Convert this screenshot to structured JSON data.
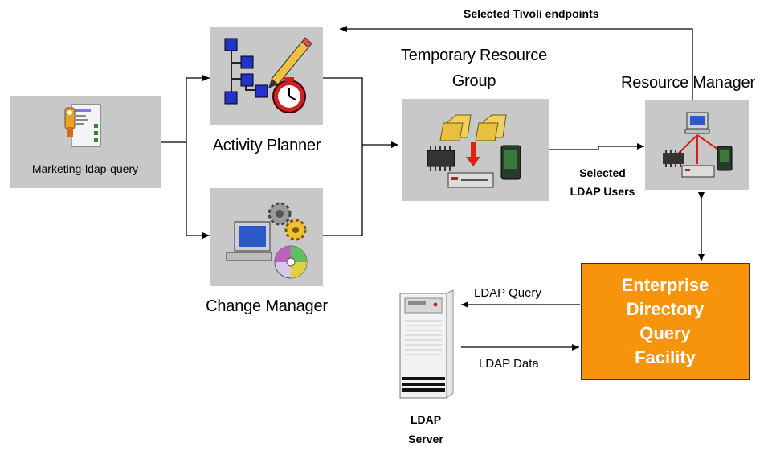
{
  "nodes": {
    "marketing_query": {
      "label": "Marketing-ldap-query"
    },
    "activity_planner": {
      "label": "Activity Planner"
    },
    "change_manager": {
      "label": "Change Manager"
    },
    "temporary_resource_group": {
      "label_line1": "Temporary Resource",
      "label_line2": "Group"
    },
    "resource_manager": {
      "label": "Resource Manager"
    },
    "edqf": {
      "line1": "Enterprise",
      "line2": "Directory",
      "line3": "Query",
      "line4": "Facility"
    },
    "ldap_server": {
      "line1": "LDAP",
      "line2": "Server"
    }
  },
  "edges": {
    "selected_tivoli_endpoints": "Selected Tivoli endpoints",
    "selected_ldap_users_line1": "Selected",
    "selected_ldap_users_line2": "LDAP Users",
    "ldap_query": "LDAP Query",
    "ldap_data": "LDAP Data"
  },
  "colors": {
    "icon_box": "#c8c8c8",
    "edqf_fill": "#f7940c",
    "edqf_text": "#ffffff",
    "line": "#000000"
  },
  "icons": {
    "marketing_query": "document-icon",
    "activity_planner": "tree-pencil-clock-icon",
    "change_manager": "computer-gears-cd-icon",
    "temporary_resource_group": "folders-chip-device-icon",
    "resource_manager": "network-resources-icon",
    "ldap_server": "server-tower-icon"
  }
}
